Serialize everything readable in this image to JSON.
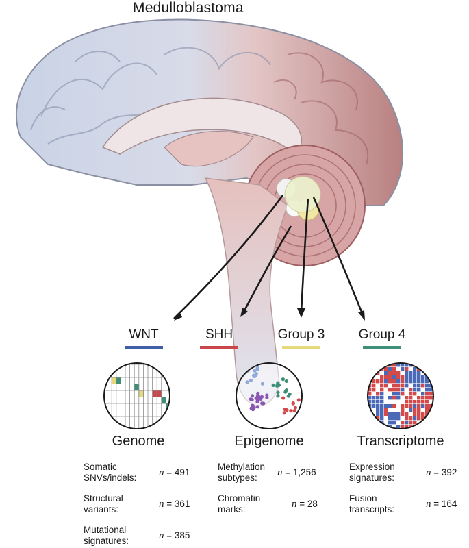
{
  "title": "Medulloblastoma",
  "subgroups": [
    {
      "label": "WNT",
      "color": "#3f5ea6"
    },
    {
      "label": "SHH",
      "color": "#c9464a"
    },
    {
      "label": "Group 3",
      "color": "#e6d97a"
    },
    {
      "label": "Group 4",
      "color": "#3f8f78"
    }
  ],
  "colors": {
    "brain_left": "#c9d3e6",
    "brain_right": "#c99494",
    "cerebellum": "#d7a5a5",
    "heatmap_red": "#d44a4a",
    "heatmap_blue": "#4a6ab8"
  },
  "omics": [
    {
      "name": "Genome",
      "stats": [
        {
          "label": "Somatic SNVs/indels:",
          "n_symbol": "n",
          "value": "491"
        },
        {
          "label": "Structural variants:",
          "n_symbol": "n",
          "value": "361"
        },
        {
          "label": "Mutational signatures:",
          "n_symbol": "n",
          "value": "385"
        }
      ]
    },
    {
      "name": "Epigenome",
      "stats": [
        {
          "label": "Methylation subtypes:",
          "n_symbol": "n",
          "value": "1,256"
        },
        {
          "label": "Chromatin marks:",
          "n_symbol": "n",
          "value": "28"
        }
      ]
    },
    {
      "name": "Transcriptome",
      "stats": [
        {
          "label": "Expression signatures:",
          "n_symbol": "n",
          "value": "392"
        },
        {
          "label": "Fusion transcripts:",
          "n_symbol": "n",
          "value": "164"
        }
      ]
    }
  ]
}
